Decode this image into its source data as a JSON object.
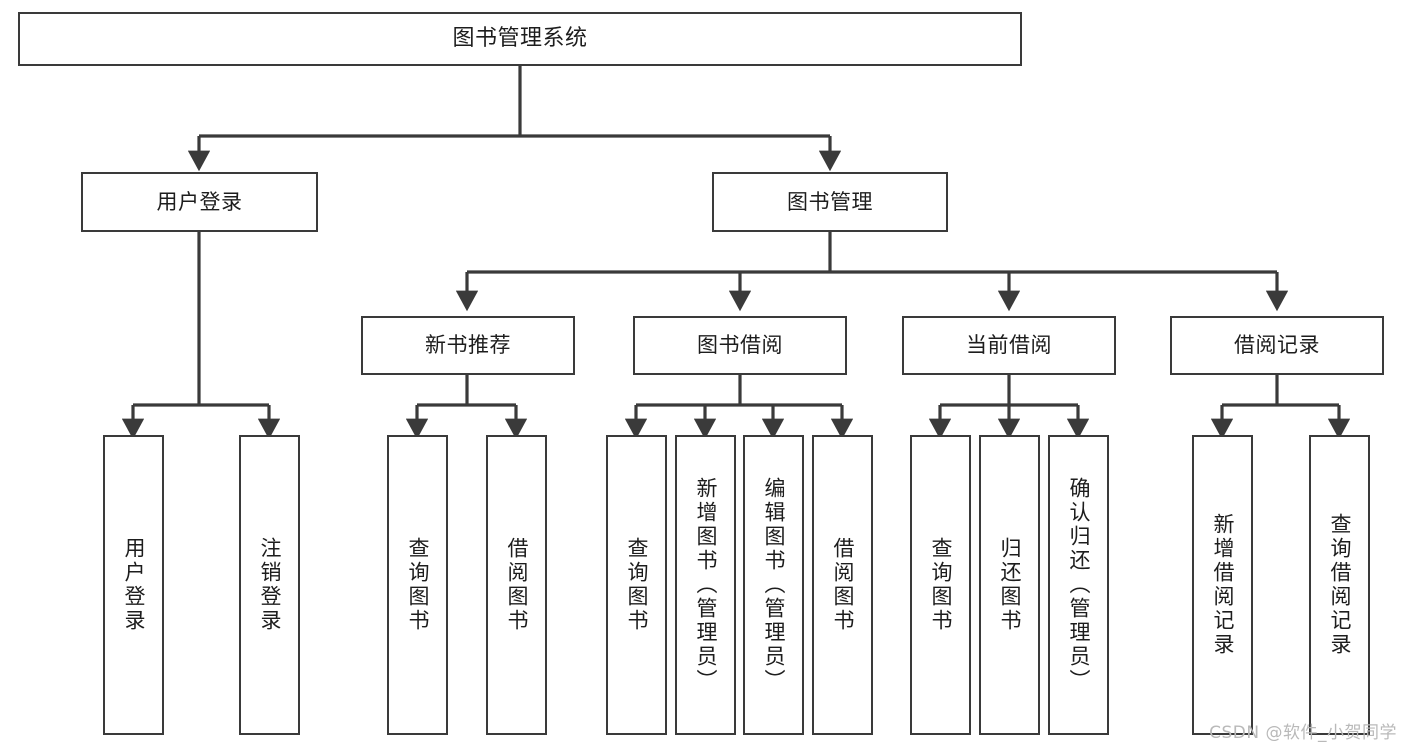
{
  "diagram": {
    "title": "图书管理系统",
    "type": "tree",
    "watermark": "CSDN @软件_小贺同学",
    "colors": {
      "node_border": "#3a3a3a",
      "node_fill": "#ffffff",
      "edge": "#3a3a3a",
      "text": "#1d1d1d",
      "watermark": "#b9b9b9",
      "background": "#ffffff"
    },
    "nodes": {
      "root": {
        "label": "图书管理系统"
      },
      "level2": [
        {
          "id": "user-login",
          "label": "用户登录"
        },
        {
          "id": "book-manage",
          "label": "图书管理"
        }
      ],
      "level3": [
        {
          "id": "new-book-rec",
          "label": "新书推荐"
        },
        {
          "id": "book-borrow",
          "label": "图书借阅"
        },
        {
          "id": "current-borrow",
          "label": "当前借阅"
        },
        {
          "id": "borrow-record",
          "label": "借阅记录"
        }
      ],
      "leaves": {
        "user_login": [
          {
            "id": "leaf-user-login",
            "label": "用户登录"
          },
          {
            "id": "leaf-logout-login",
            "label": "注销登录"
          }
        ],
        "new_book_rec": [
          {
            "id": "leaf-query-book-1",
            "label": "查询图书"
          },
          {
            "id": "leaf-borrow-book-1",
            "label": "借阅图书"
          }
        ],
        "book_borrow": [
          {
            "id": "leaf-query-book-2",
            "label": "查询图书"
          },
          {
            "id": "leaf-add-book",
            "label": "新增图书（管理员）"
          },
          {
            "id": "leaf-edit-book",
            "label": "编辑图书（管理员）"
          },
          {
            "id": "leaf-borrow-book-2",
            "label": "借阅图书"
          }
        ],
        "current_borrow": [
          {
            "id": "leaf-query-book-3",
            "label": "查询图书"
          },
          {
            "id": "leaf-return-book",
            "label": "归还图书"
          },
          {
            "id": "leaf-confirm-return",
            "label": "确认归还（管理员）"
          }
        ],
        "borrow_record": [
          {
            "id": "leaf-add-record",
            "label": "新增借阅记录"
          },
          {
            "id": "leaf-query-record",
            "label": "查询借阅记录"
          }
        ]
      }
    }
  }
}
